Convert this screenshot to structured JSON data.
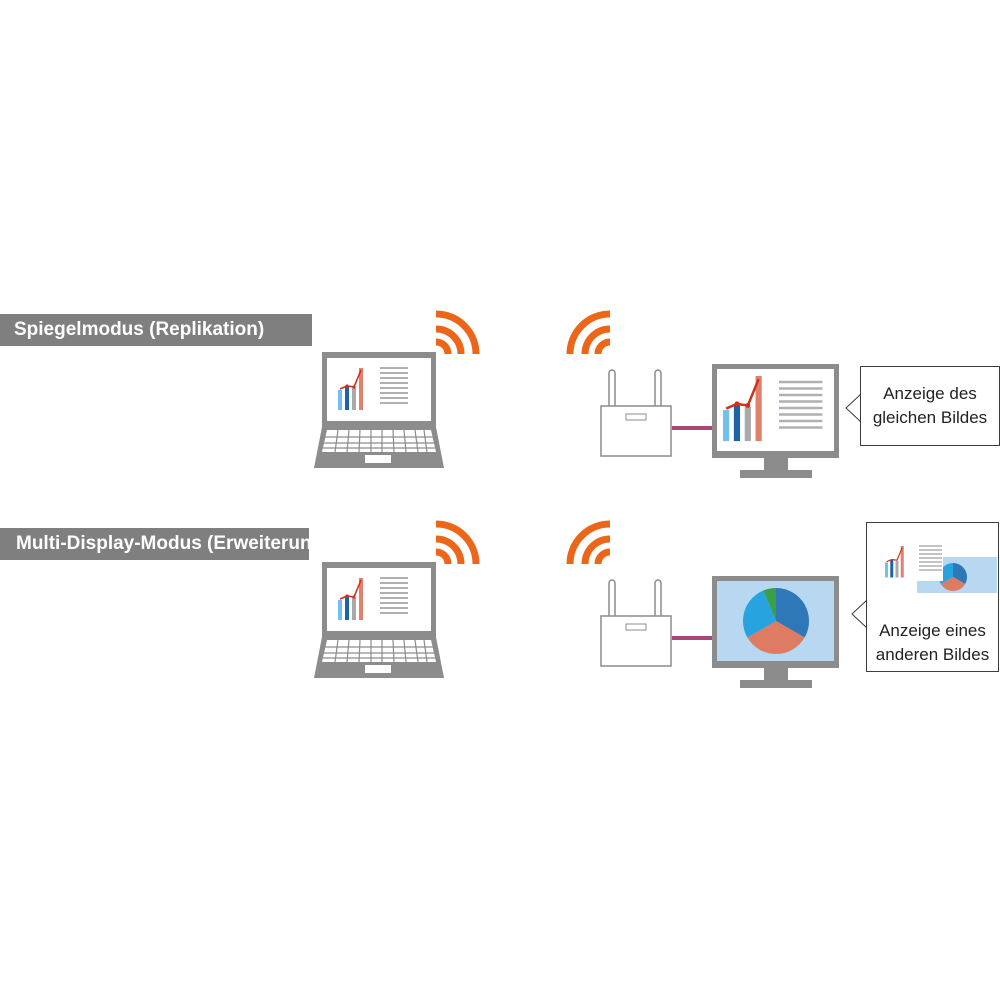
{
  "modes": {
    "mirror": {
      "label": "Spiegelmodus (Replikation)",
      "caption_line1": "Anzeige des",
      "caption_line2": "gleichen Bildes"
    },
    "extend": {
      "label": "Multi-Display-Modus (Erweiterung)",
      "caption_line1": "Anzeige eines",
      "caption_line2": "anderen Bildes"
    }
  },
  "colors": {
    "label_background": "#7f7f7f",
    "wifi_signal": "#ec6619",
    "cable": "#a84878",
    "device_body": "#8c8c8c",
    "screen_pie_background": "#b7d8f0"
  },
  "icons": [
    "laptop-icon",
    "wifi-signal-icon",
    "wireless-adapter-icon",
    "monitor-icon",
    "bar-chart-icon",
    "pie-chart-icon"
  ]
}
